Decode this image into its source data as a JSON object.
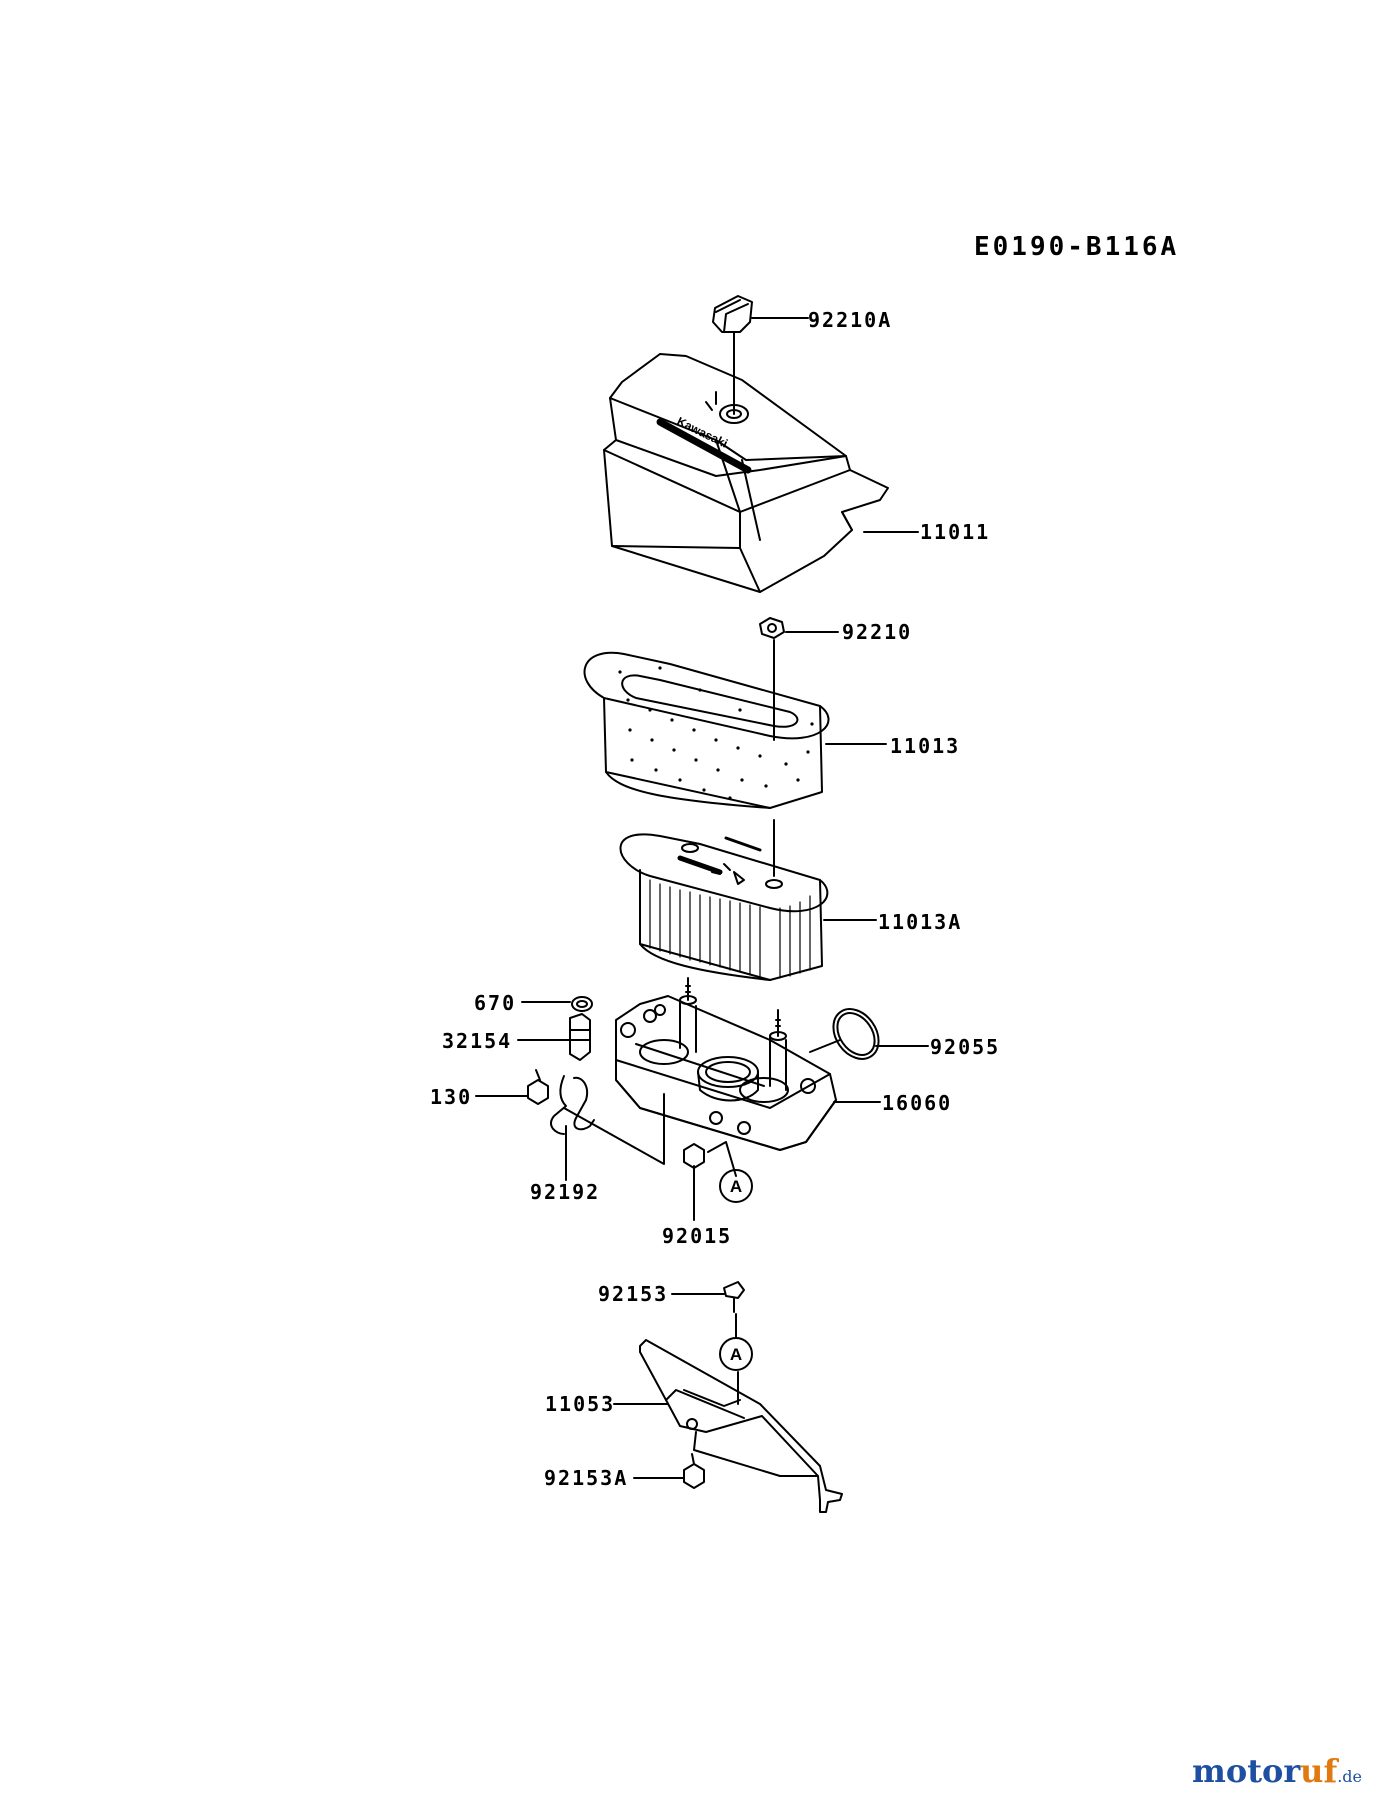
{
  "diagram_code": "E0190-B116A",
  "callouts": [
    {
      "id": "c-92210A",
      "label": "92210A"
    },
    {
      "id": "c-11011",
      "label": "11011"
    },
    {
      "id": "c-92210",
      "label": "92210"
    },
    {
      "id": "c-11013",
      "label": "11013"
    },
    {
      "id": "c-11013A",
      "label": "11013A"
    },
    {
      "id": "c-670",
      "label": "670"
    },
    {
      "id": "c-32154",
      "label": "32154"
    },
    {
      "id": "c-92055",
      "label": "92055"
    },
    {
      "id": "c-130",
      "label": "130"
    },
    {
      "id": "c-16060",
      "label": "16060"
    },
    {
      "id": "c-92192",
      "label": "92192"
    },
    {
      "id": "c-92015",
      "label": "92015"
    },
    {
      "id": "c-92153",
      "label": "92153"
    },
    {
      "id": "c-11053",
      "label": "11053"
    },
    {
      "id": "c-92153A",
      "label": "92153A"
    }
  ],
  "reference_markers": [
    "A",
    "A"
  ],
  "brand_mark": "Kawasaki",
  "watermark": {
    "name": "motoruf",
    "suffix": ".de",
    "colors": [
      "#1f4fa0",
      "#e07a10"
    ]
  }
}
